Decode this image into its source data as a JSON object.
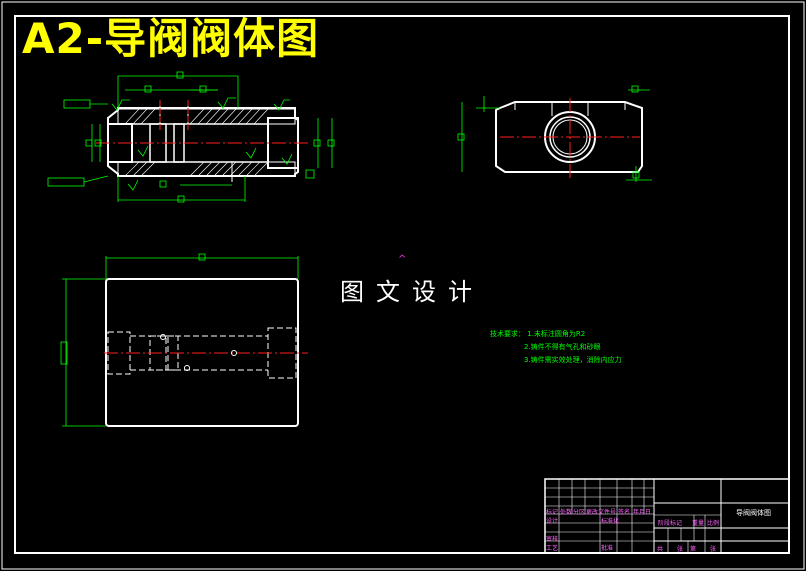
{
  "drawing": {
    "title": "A2-导阀阀体图",
    "watermark": "图文设计",
    "tech_requirements": {
      "heading": "技术要求：",
      "items": [
        "1.未标注圆角为R2",
        "2.铸件不得有气孔和砂眼",
        "3.铸件需实效处理，消除内应力"
      ]
    },
    "title_block": {
      "part_name": "导阀阀体图",
      "labels": [
        "标记",
        "处数",
        "分区",
        "更改文件号",
        "签名",
        "年月日",
        "设计",
        "标准化",
        "审核",
        "工艺",
        "批准",
        "阶段标记",
        "重量",
        "比例"
      ],
      "sheet_info": [
        "共",
        "张",
        "第",
        "张"
      ]
    }
  }
}
